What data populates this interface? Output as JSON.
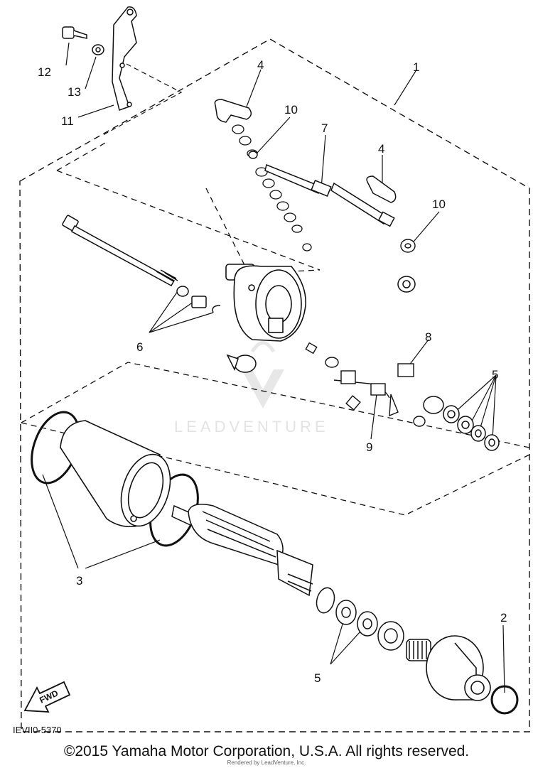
{
  "diagram": {
    "callouts": [
      "1",
      "2",
      "3",
      "4",
      "4",
      "5",
      "5",
      "6",
      "7",
      "8",
      "9",
      "10",
      "10",
      "11",
      "12",
      "13"
    ],
    "diagram_code": "IEVII0-5370",
    "fwd_label": "FWD",
    "watermark": "LEADVENTURE"
  },
  "footer": {
    "copyright": "©2015 Yamaha Motor Corporation, U.S.A. All rights reserved.",
    "rendered_by": "Rendered by LeadVenture, Inc."
  }
}
